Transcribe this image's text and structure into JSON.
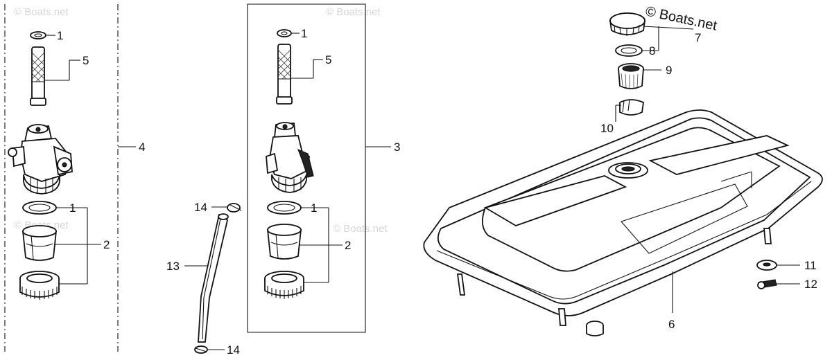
{
  "watermark": {
    "text": "© Boats.net"
  },
  "callouts": {
    "c1a": "1",
    "c5a": "5",
    "c4": "4",
    "c1b": "1",
    "c2a": "2",
    "c1c": "1",
    "c5b": "5",
    "c3": "3",
    "c1d": "1",
    "c2b": "2",
    "c14a": "14",
    "c13": "13",
    "c14b": "14",
    "c7": "7",
    "c8": "8",
    "c9": "9",
    "c10": "10",
    "c6": "6",
    "c11": "11",
    "c12": "12"
  }
}
